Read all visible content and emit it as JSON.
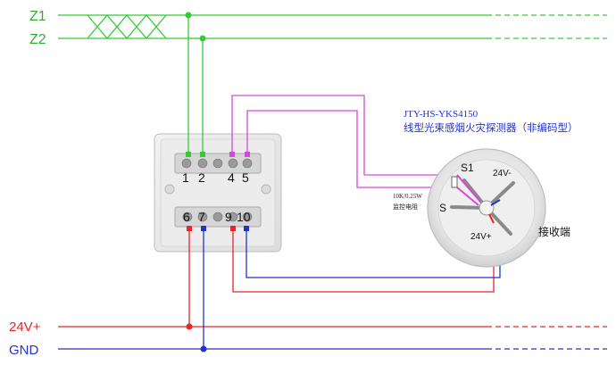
{
  "bus": {
    "z1_label": "Z1",
    "z2_label": "Z2",
    "power_label": "24V+",
    "gnd_label": "GND"
  },
  "module": {
    "top_terminals": [
      "1",
      "2",
      "4",
      "5"
    ],
    "bottom_terminals": [
      "6",
      "7",
      "9",
      "10"
    ]
  },
  "detector": {
    "model": "JTY-HS-YKS4150",
    "name": "线型光束感烟火灾探测器（非编码型）",
    "resistor_label": "10K/0.25W",
    "resistor_label2": "监控电阻",
    "terminal_s1": "S1",
    "terminal_s": "S",
    "terminal_24v_minus": "24V-",
    "terminal_24v_plus": "24V+",
    "receiver_label": "接收端"
  },
  "colors": {
    "green": "#33cc33",
    "red": "#e8262a",
    "blue": "#2233cc",
    "magenta": "#d54ad5"
  }
}
